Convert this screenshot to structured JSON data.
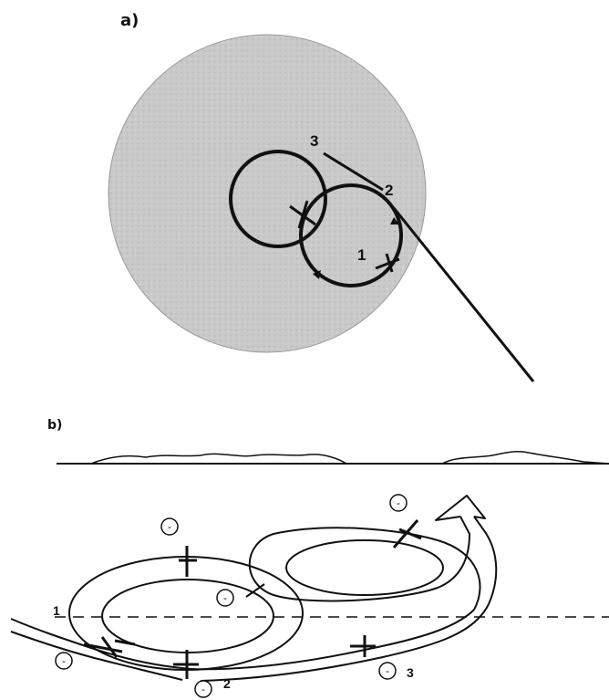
{
  "panel_a": {
    "label": "a)",
    "points": [
      "3",
      "2",
      "1"
    ]
  },
  "panel_b": {
    "label": "b)",
    "points": [
      "1",
      "2",
      "3"
    ]
  },
  "gauge_symbol": "-",
  "colors": {
    "shaded_area": "#c9c9c9",
    "ink": "#111111",
    "background": "#ffffff"
  }
}
